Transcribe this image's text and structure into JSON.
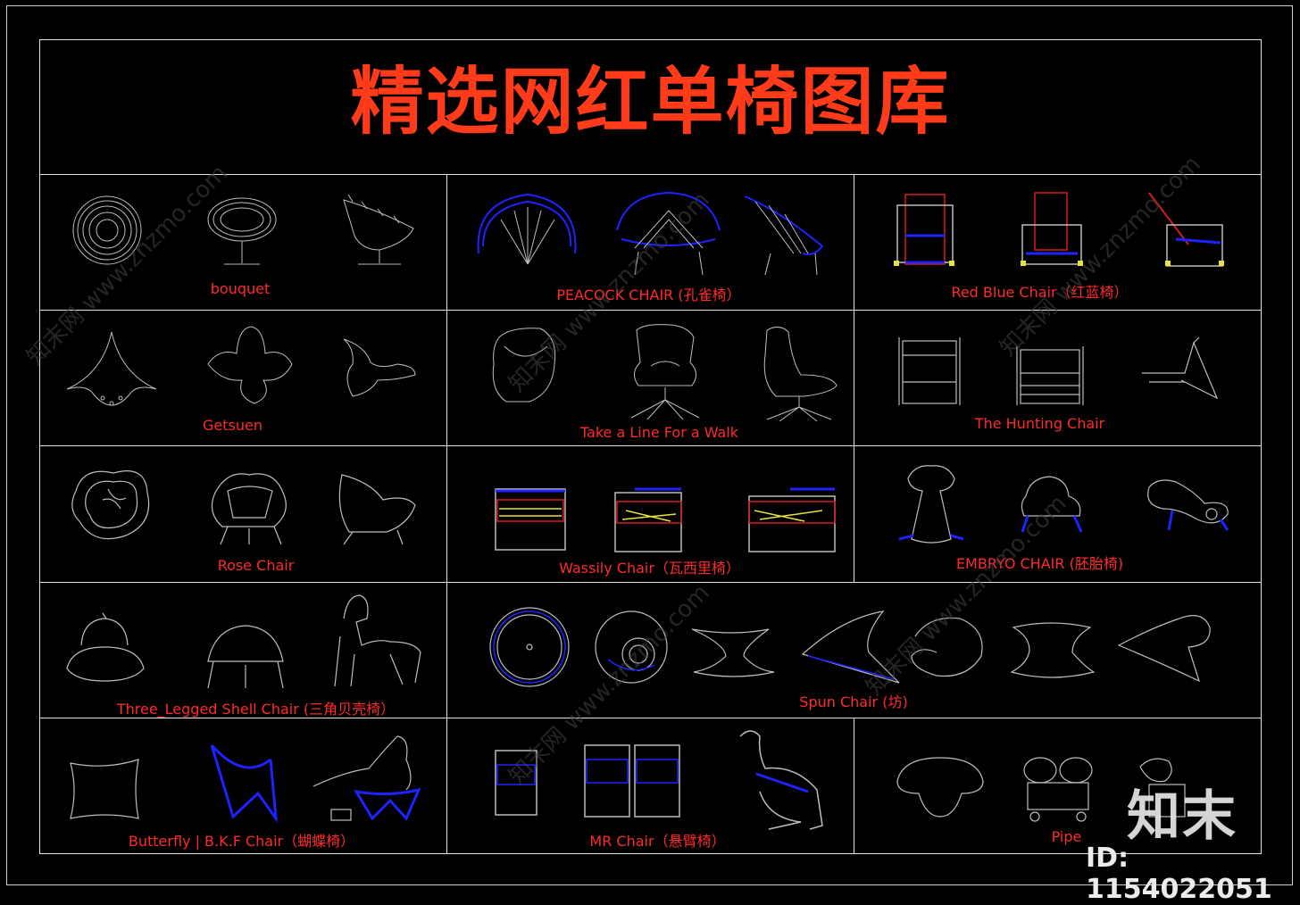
{
  "title": "精选网红单椅图库",
  "colors": {
    "title": "#ff3b1a",
    "label": "#ff2a2a",
    "line": "#d8d8d8",
    "blue": "#1e22ff",
    "yellow": "#e8e23a",
    "red": "#d21d1d"
  },
  "cells": [
    {
      "id": "bouquet",
      "label": "bouquet"
    },
    {
      "id": "peacock",
      "label": "PEACOCK CHAIR (孔雀椅）"
    },
    {
      "id": "redblue",
      "label": "Red Blue Chair（红蓝椅）"
    },
    {
      "id": "getsuen",
      "label": "Getsuen"
    },
    {
      "id": "walk",
      "label": "Take a Line For a Walk"
    },
    {
      "id": "hunting",
      "label": "The Hunting Chair"
    },
    {
      "id": "rose",
      "label": "Rose Chair"
    },
    {
      "id": "wassily",
      "label": "Wassily Chair（瓦西里椅）"
    },
    {
      "id": "embryo",
      "label": "EMBRYO CHAIR (胚胎椅)"
    },
    {
      "id": "shell",
      "label": "Three_Legged Shell Chair (三角贝壳椅）"
    },
    {
      "id": "spun",
      "label": "Spun Chair (坊)"
    },
    {
      "id": "butterfly",
      "label": "Butterfly | B.K.F Chair（蝴蝶椅）"
    },
    {
      "id": "mr",
      "label": "MR Chair（悬臂椅）"
    },
    {
      "id": "pipe",
      "label": "Pipe"
    }
  ],
  "watermark": {
    "logo": "知末",
    "id": "ID: 1154022051",
    "site": "知末网 www.znzmo.com"
  }
}
